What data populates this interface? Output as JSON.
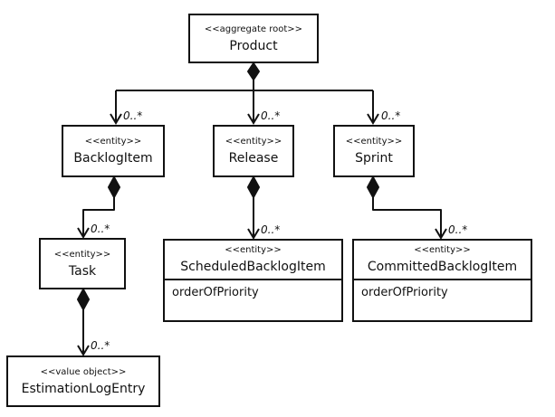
{
  "diagram": {
    "product": {
      "stereotype": "<<aggregate root>>",
      "name": "Product"
    },
    "backlog_item": {
      "stereotype": "<<entity>>",
      "name": "BacklogItem"
    },
    "release": {
      "stereotype": "<<entity>>",
      "name": "Release"
    },
    "sprint": {
      "stereotype": "<<entity>>",
      "name": "Sprint"
    },
    "task": {
      "stereotype": "<<entity>>",
      "name": "Task"
    },
    "scheduled_backlog_item": {
      "stereotype": "<<entity>>",
      "name": "ScheduledBacklogItem",
      "attribute": "orderOfPriority"
    },
    "committed_backlog_item": {
      "stereotype": "<<entity>>",
      "name": "CommittedBacklogItem",
      "attribute": "orderOfPriority"
    },
    "estimation_log_entry": {
      "stereotype": "<<value object>>",
      "name": "EstimationLogEntry"
    },
    "multiplicities": {
      "product_backlog_item": "0..*",
      "product_release": "0..*",
      "product_sprint": "0..*",
      "backlog_item_task": "0..*",
      "release_scheduled": "0..*",
      "sprint_committed": "0..*",
      "task_estimation": "0..*"
    }
  }
}
